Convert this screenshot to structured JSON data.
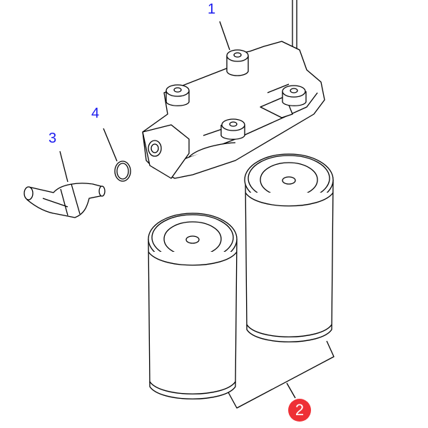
{
  "callouts": {
    "head": "1",
    "filters": "2",
    "elbow": "3",
    "o_ring": "4"
  },
  "colors": {
    "callout_text": "#1a1aee",
    "badge": "#ee3036",
    "line": "#000000"
  }
}
